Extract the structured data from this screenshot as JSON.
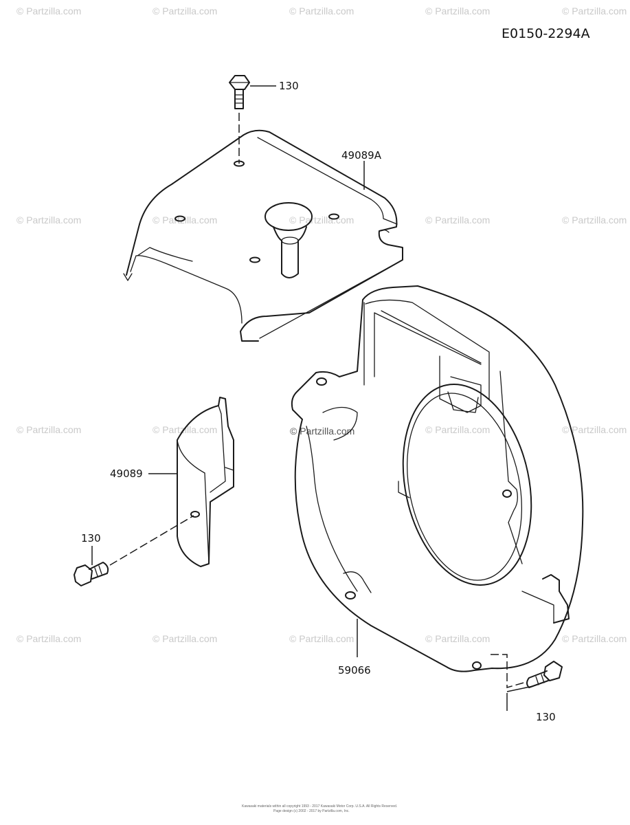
{
  "diagram_id": "E0150-2294A",
  "watermark_text": "© Partzilla.com",
  "center_watermark": "© Partzilla.com",
  "callouts": {
    "bolt_top": "130",
    "cover_top": "49089A",
    "cover_side": "49089",
    "bolt_left": "130",
    "fan_housing": "59066",
    "bolt_right": "130"
  },
  "footer": {
    "line1": "Kawasaki materials within all copyright 1993 - 2017 Kawasaki Motor Corp. U.S.A. All Rights Reserved.",
    "line2": "Page design (c) 2002 - 2017 by Partzilla.com, Inc."
  },
  "colors": {
    "ink": "#1a1a1a",
    "watermark": "#c9c9c9",
    "background": "#ffffff"
  }
}
